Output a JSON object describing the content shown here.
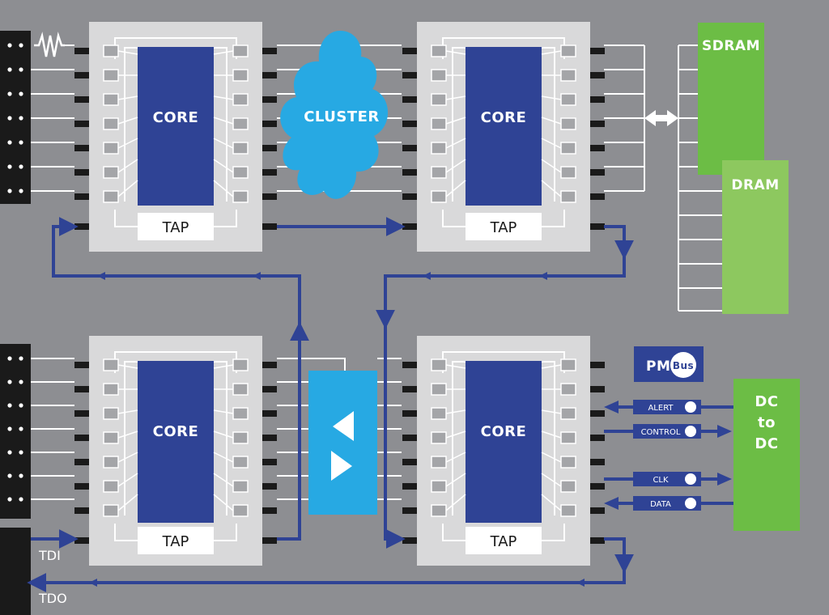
{
  "chips": [
    {
      "core_label": "CORE",
      "tap_label": "TAP"
    },
    {
      "core_label": "CORE",
      "tap_label": "TAP"
    },
    {
      "core_label": "CORE",
      "tap_label": "TAP"
    },
    {
      "core_label": "CORE",
      "tap_label": "TAP"
    }
  ],
  "cluster_label": "CLUSTER",
  "memory": {
    "sdram_label": "SDRAM",
    "dram_label": "DRAM"
  },
  "pmbus": {
    "logo_pm": "PM",
    "logo_bus": "Bus",
    "signals": [
      {
        "label": "ALERT",
        "direction": "in"
      },
      {
        "label": "CONTROL",
        "direction": "out"
      },
      {
        "label": "CLK",
        "direction": "out"
      },
      {
        "label": "DATA",
        "direction": "in"
      }
    ]
  },
  "dcdc": {
    "line1": "DC",
    "line2": "to",
    "line3": "DC"
  },
  "jtag": {
    "tdi_label": "TDI",
    "tdo_label": "TDO"
  },
  "colors": {
    "background": "#8d8e92",
    "chip": "#d9d9da",
    "core": "#2f4395",
    "cluster": "#27a9e3",
    "switch": "#27a9e3",
    "sdram": "#6cbd45",
    "dram": "#8dc85f",
    "dcdc": "#6cbd45",
    "jtag": "#2f4395",
    "pin": "#1a1a1a"
  }
}
